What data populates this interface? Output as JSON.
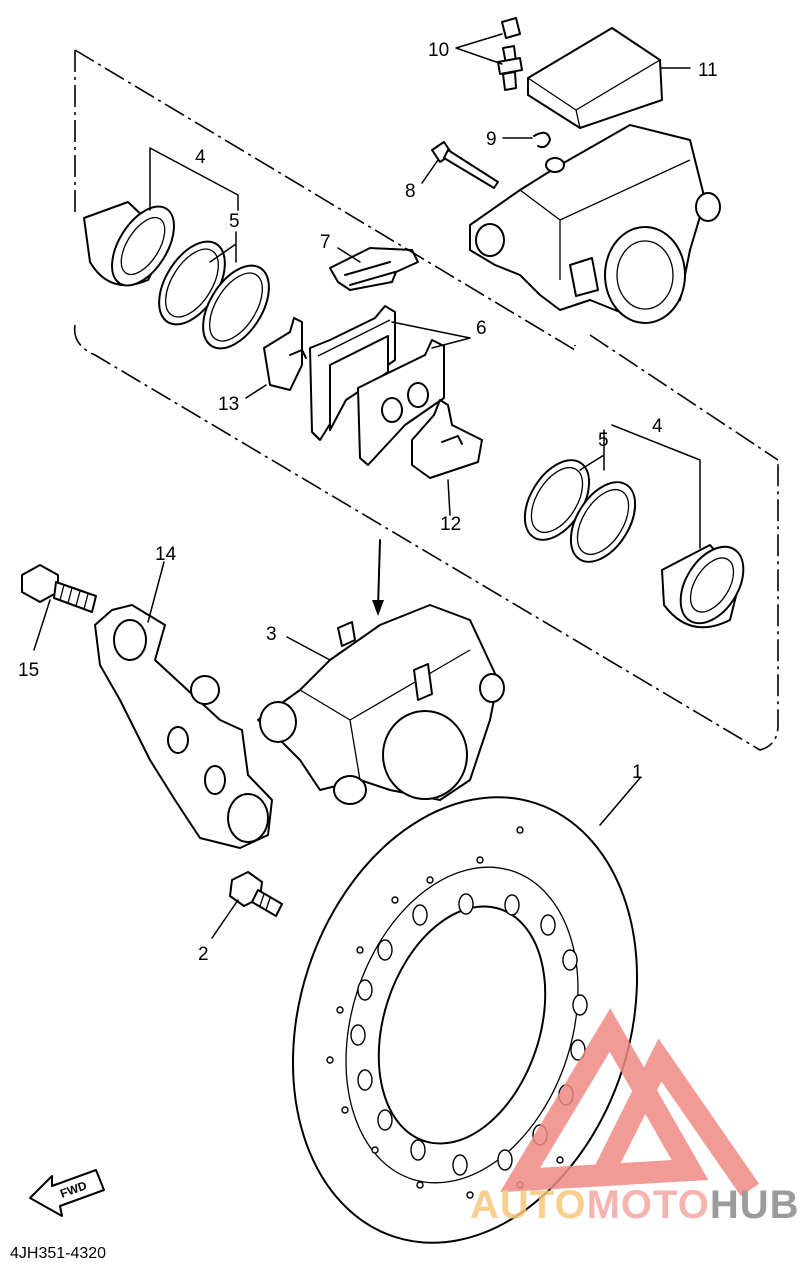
{
  "callouts": {
    "c1": "1",
    "c2": "2",
    "c3": "3",
    "c4a": "4",
    "c4b": "4",
    "c5a": "5",
    "c5b": "5",
    "c6": "6",
    "c7": "7",
    "c8": "8",
    "c9": "9",
    "c10": "10",
    "c11": "11",
    "c12": "12",
    "c13": "13",
    "c14": "14",
    "c15": "15"
  },
  "fwd_label": "FWD",
  "part_code": "4JH351-4320",
  "watermark": {
    "part1": "AUTO",
    "part2": "MOTO",
    "part3": "HUB",
    "colors": {
      "auto": "#f7c77a",
      "moto": "#f3a8a3",
      "hub": "#8a8a8a",
      "triangle": "#f08a84"
    }
  }
}
